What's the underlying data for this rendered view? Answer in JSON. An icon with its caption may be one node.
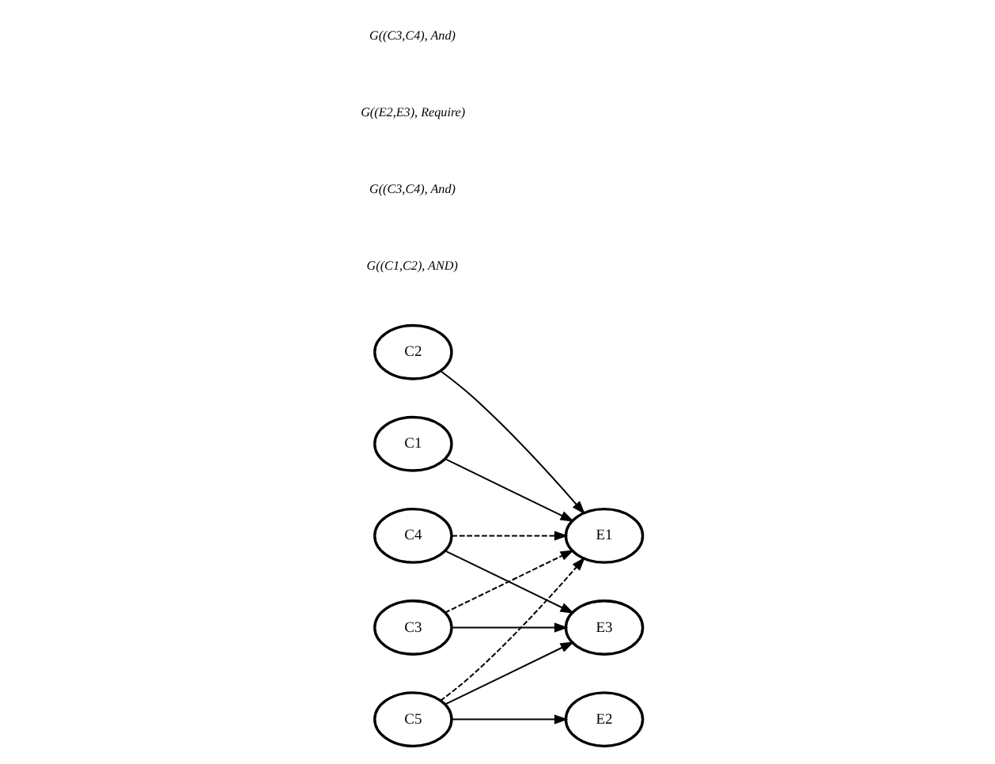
{
  "diagram": {
    "nodes": [
      {
        "text": [
          "C1"
        ]
      },
      {
        "text": [
          "C2"
        ]
      },
      {
        "text": [
          "C3"
        ]
      },
      {
        "text": [
          "C4"
        ]
      },
      {
        "text": [
          "C5"
        ]
      },
      {
        "text": [
          "E1"
        ]
      },
      {
        "text": [
          "E2"
        ]
      },
      {
        "text": [
          "E3"
        ]
      }
    ],
    "edges": [
      {
        "from": 0,
        "to": 5,
        "arrow": "to"
      },
      {
        "from": 1,
        "to": 5,
        "arrow": "to"
      },
      {
        "from": 2,
        "to": 5,
        "arrow": "to",
        "style": "dashed"
      },
      {
        "from": 3,
        "to": 5,
        "arrow": "to",
        "style": "dashed"
      },
      {
        "from": 4,
        "to": 5,
        "arrow": "to",
        "style": "dashed"
      },
      {
        "from": 4,
        "to": 6,
        "arrow": "to"
      },
      {
        "from": 4,
        "to": 7,
        "arrow": "to"
      },
      {
        "from": 2,
        "to": 7,
        "arrow": "to"
      },
      {
        "from": 3,
        "to": 7,
        "arrow": "to"
      }
    ],
    "labels": [
      "G((C1,C2), AND)",
      "G((C3,C4), And)",
      "G((E2,E3), Require)",
      "G((C3,C4), And)"
    ]
  }
}
